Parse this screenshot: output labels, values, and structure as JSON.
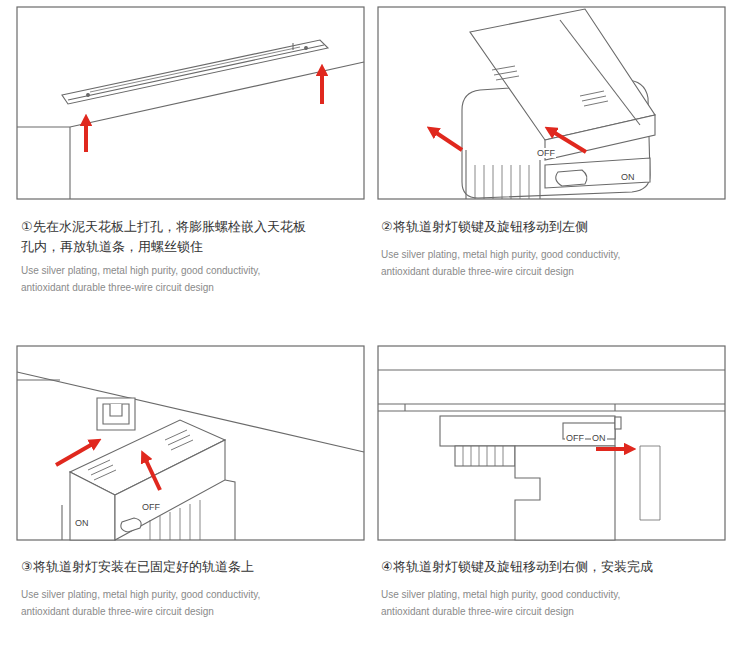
{
  "diagram": {
    "labels": [
      "①先在水泥天花板上打孔，将膨胀螺栓嵌入天花板 孔内，再放轨道条，用螺丝锁住",
      "Use silver plating, metal high purity, good conductivity, antioxidant durable three-wire circuit design",
      "OFF",
      "ON",
      "②将轨道射灯锁键及旋钮移动到左侧",
      "Use silver plating, metal high purity, good conductivity, antioxidant durable three-wire circuit design",
      "ON",
      "OFF",
      "③将轨道射灯安装在已固定好的轨道条上",
      "Use silver plating, metal high purity, good conductivity, antioxidant durable three-wire circuit design",
      "OFF",
      "ON",
      "④将轨道射灯锁键及旋钮移动到右侧，安装完成",
      "Use silver plating, metal high purity, good conductivity, antioxidant durable three-wire circuit design"
    ]
  }
}
